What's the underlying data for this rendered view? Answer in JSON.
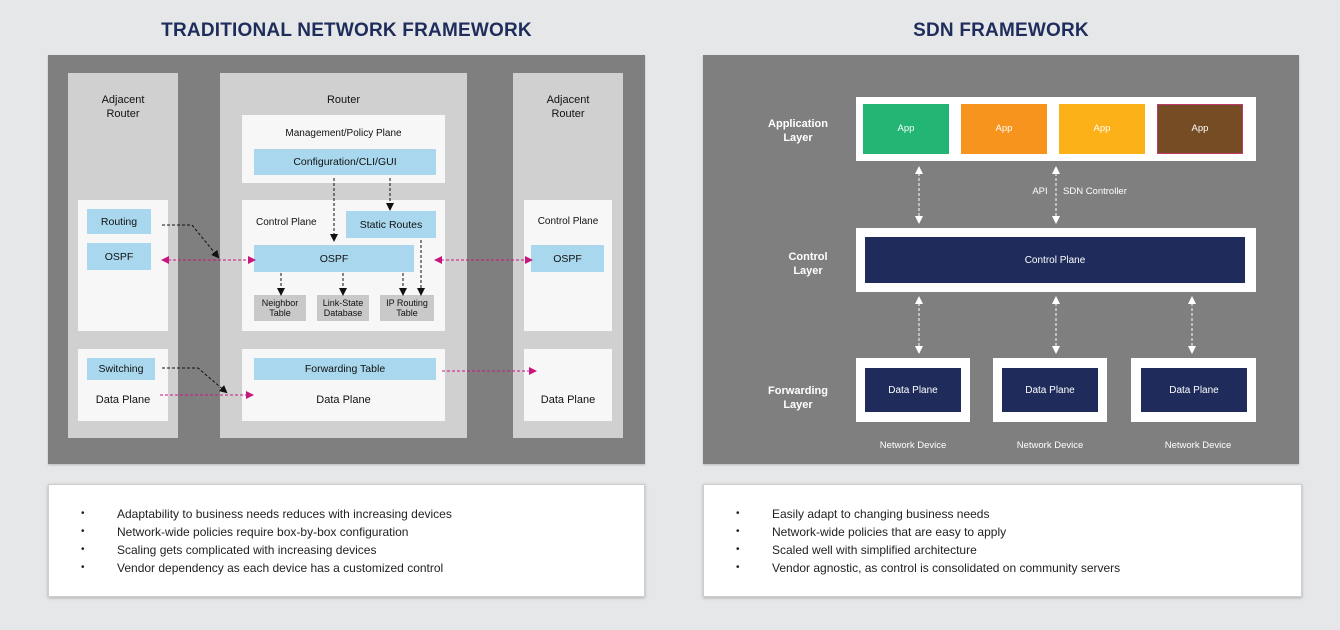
{
  "traditional": {
    "title": "TRADITIONAL NETWORK FRAMEWORK",
    "left_router": {
      "title": "Adjacent\nRouter",
      "routing": "Routing",
      "ospf": "OSPF",
      "switching": "Switching",
      "data_plane": "Data Plane"
    },
    "router": {
      "title": "Router",
      "management_plane": "Management/Policy Plane",
      "config": "Configuration/CLI/GUI",
      "control_plane": "Control Plane",
      "static_routes": "Static Routes",
      "ospf": "OSPF",
      "neighbor_table": "Neighbor\nTable",
      "link_state_db": "Link-State\nDatabase",
      "ip_routing_table": "IP Routing\nTable",
      "forwarding_table": "Forwarding Table",
      "data_plane": "Data Plane"
    },
    "right_router": {
      "title": "Adjacent\nRouter",
      "control_plane": "Control Plane",
      "ospf": "OSPF",
      "data_plane": "Data Plane"
    },
    "bullets": [
      "Adaptability to business needs reduces with increasing devices",
      "Network-wide policies require box-by-box configuration",
      "Scaling gets complicated with increasing devices",
      "Vendor dependency as each device has a customized control"
    ]
  },
  "sdn": {
    "title": "SDN FRAMEWORK",
    "application_layer": "Application\nLayer",
    "control_layer": "Control\nLayer",
    "forwarding_layer": "Forwarding\nLayer",
    "apps": [
      {
        "label": "App",
        "color": "#22b573"
      },
      {
        "label": "App",
        "color": "#f7941d"
      },
      {
        "label": "App",
        "color": "#fbb117"
      },
      {
        "label": "App",
        "color": "#754c24"
      }
    ],
    "api": "API",
    "sdn_controller": "SDN Controller",
    "control_plane": "Control Plane",
    "data_plane": "Data Plane",
    "network_device": "Network Device",
    "bullets": [
      "Easily adapt to changing business needs",
      "Network-wide policies that are easy to apply",
      "Scaled well with simplified architecture",
      "Vendor agnostic, as control is consolidated on community servers"
    ]
  },
  "colors": {
    "title": "#1f2d5c",
    "panel": "#7f7f7f",
    "light_blue": "#a9d8ee",
    "navy": "#1f2c5b",
    "magenta_arrow": "#c7177f"
  }
}
